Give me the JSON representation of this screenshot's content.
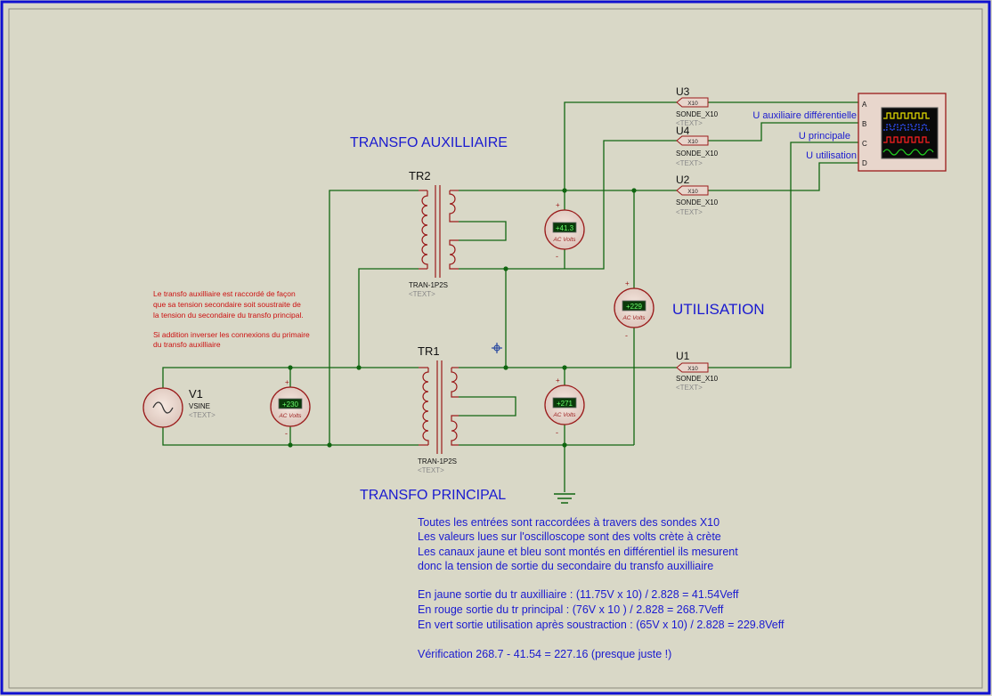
{
  "titles": {
    "aux": "TRANSFO AUXILLIAIRE",
    "main": "TRANSFO PRINCIPAL",
    "use": "UTILISATION"
  },
  "transformers": {
    "tr2": {
      "ref": "TR2",
      "model": "TRAN-1P2S",
      "text": "<TEXT>"
    },
    "tr1": {
      "ref": "TR1",
      "model": "TRAN-1P2S",
      "text": "<TEXT>"
    }
  },
  "source": {
    "ref": "V1",
    "model": "VSINE",
    "text": "<TEXT>"
  },
  "voltmeters": {
    "v_in": {
      "value": "+230",
      "unit": "AC Volts"
    },
    "v_aux": {
      "value": "+41.3",
      "unit": "AC Volts"
    },
    "v_use": {
      "value": "+229",
      "unit": "AC Volts"
    },
    "v_main": {
      "value": "+271",
      "unit": "AC Volts"
    },
    "plus": "+",
    "minus": "-"
  },
  "probes": {
    "u3": {
      "ref": "U3",
      "tag": "X10",
      "model": "SONDE_X10",
      "text": "<TEXT>"
    },
    "u4": {
      "ref": "U4",
      "tag": "X10",
      "model": "SONDE_X10",
      "text": "<TEXT>"
    },
    "u2": {
      "ref": "U2",
      "tag": "X10",
      "model": "SONDE_X10",
      "text": "<TEXT>"
    },
    "u1": {
      "ref": "U1",
      "tag": "X10",
      "model": "SONDE_X10",
      "text": "<TEXT>"
    }
  },
  "scope": {
    "ch_a": "A",
    "ch_b": "B",
    "ch_c": "C",
    "ch_d": "D",
    "label_b": "U auxiliaire différentielle",
    "label_c": "U principale",
    "label_d": "U utilisation",
    "trace_colors": [
      "#e8e000",
      "#3050ff",
      "#ff2020",
      "#20d020"
    ]
  },
  "red_note": [
    "Le transfo auxilliaire est raccordé de façon",
    "que sa tension secondaire soit soustraite de",
    "la tension du secondaire du transfo principal.",
    "",
    "Si addition inverser les connexions du primaire",
    "du transfo auxilliaire"
  ],
  "notes": [
    "Toutes les entrées sont raccordées à travers des sondes X10",
    "Les valeurs lues sur l'oscilloscope sont des volts crète à crète",
    "Les canaux jaune et bleu sont montés en différentiel ils mesurent",
    "donc la tension de sortie du secondaire du transfo auxilliaire",
    "",
    "En jaune sortie du tr auxilliaire :  (11.75V x 10) / 2.828 = 41.54Veff",
    "En rouge sortie du tr principal :  (76V x 10 ) / 2.828 =  268.7Veff",
    "En vert sortie utilisation après soustraction : (65V x 10) / 2.828 = 229.8Veff",
    "",
    "Vérification 268.7 - 41.54 = 227.16 (presque juste !)"
  ],
  "colors": {
    "background": "#d9d8c7",
    "frame": "#1010d0",
    "wire": "#116611",
    "component": "#9a1a1a",
    "title_blue": "#1a1ad0",
    "note_red": "#cc1111"
  }
}
